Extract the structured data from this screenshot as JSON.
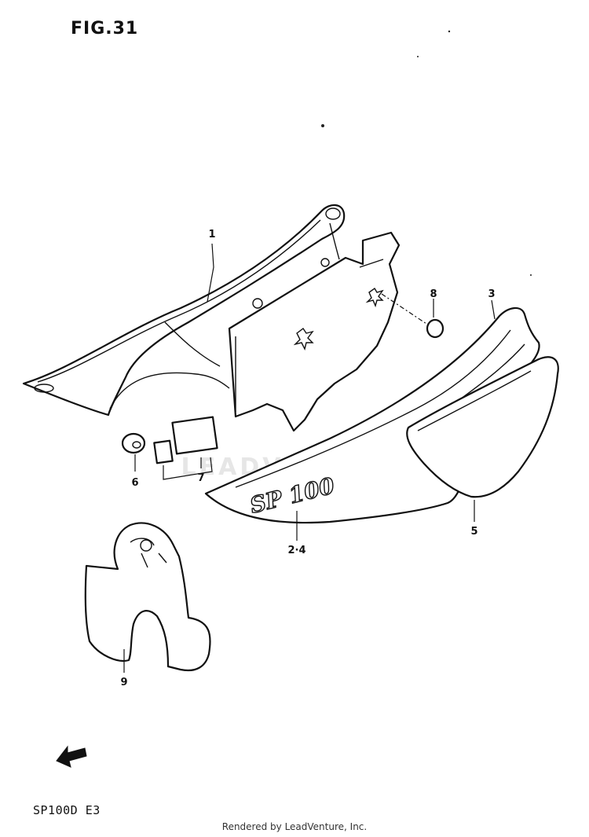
{
  "figure": {
    "title": "FIG.31"
  },
  "footer": {
    "model_code": "SP100D E3",
    "credit": "Rendered by LeadVenture, Inc."
  },
  "watermark": {
    "text": "LEADVENTURE"
  },
  "part_markings": {
    "sp100_emblem": "SP 100"
  },
  "callouts": [
    {
      "id": "1",
      "label": "1"
    },
    {
      "id": "2-4",
      "label": "2·4"
    },
    {
      "id": "3",
      "label": "3"
    },
    {
      "id": "5",
      "label": "5"
    },
    {
      "id": "6",
      "label": "6"
    },
    {
      "id": "7",
      "label": "7"
    },
    {
      "id": "8",
      "label": "8"
    },
    {
      "id": "9",
      "label": "9"
    }
  ],
  "icons": {
    "front_arrow": "front-direction-arrow-icon"
  }
}
